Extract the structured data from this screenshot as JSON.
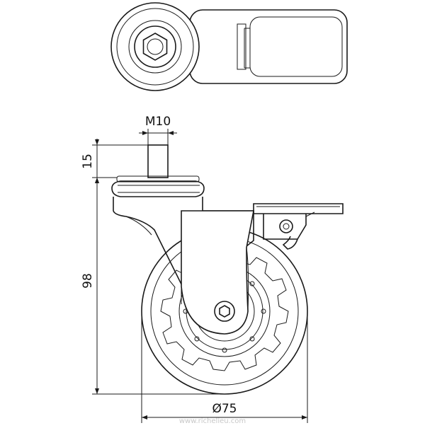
{
  "dimensions": {
    "thread": "M10",
    "stem_height": "15",
    "overall_height": "98",
    "wheel_diameter": "Ø75"
  },
  "watermark": "www.richelieu.com",
  "colors": {
    "line": "#1a1a1a",
    "background": "#ffffff",
    "watermark": "#c8c8c8"
  }
}
